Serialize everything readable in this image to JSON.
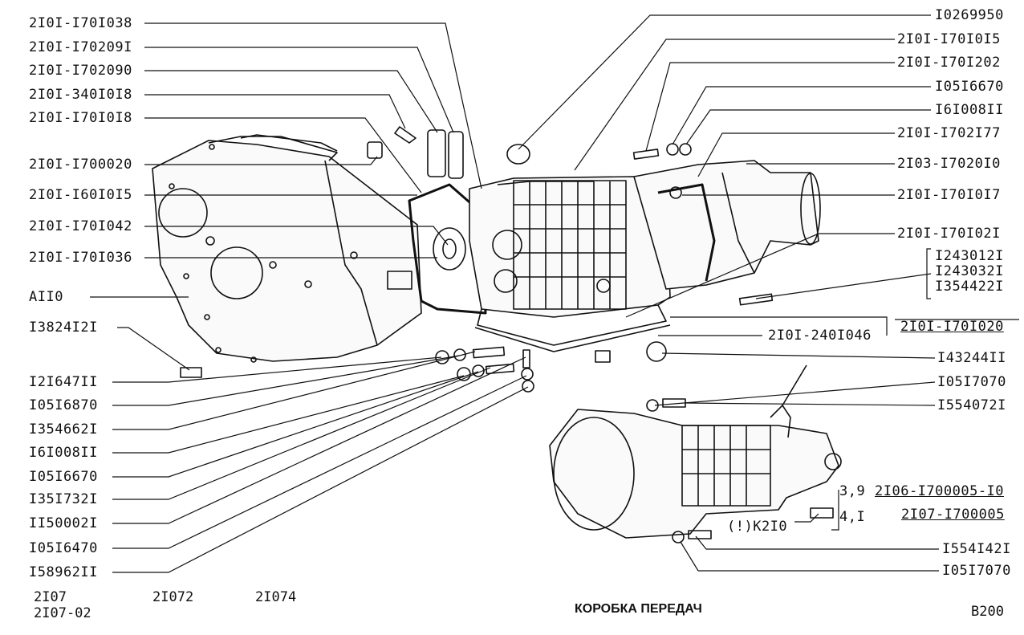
{
  "title": "КОРОБКА ПЕРЕДАЧ",
  "sheet": "B200",
  "models": [
    "2I07",
    "2I07-02",
    "2I072",
    "2I074"
  ],
  "left_labels": [
    "2I0I-I70I038",
    "2I0I-I70209I",
    "2I0I-I702090",
    "2I0I-340I0I8",
    "2I0I-I70I0I8",
    "2I0I-I700020",
    "2I0I-I60I0I5",
    "2I0I-I70I042",
    "2I0I-I70I036",
    "AII0",
    "I3824I2I",
    "I2I647II",
    "I05I6870",
    "I354662I",
    "I6I008II",
    "I05I6670",
    "I35I732I",
    "II50002I",
    "I05I6470",
    "I58962II"
  ],
  "right_labels": [
    "I0269950",
    "2I0I-I70I0I5",
    "2I0I-I70I202",
    "I05I6670",
    "I6I008II",
    "2I0I-I702I77",
    "2I03-I7020I0",
    "2I0I-I70I0I7",
    "2I0I-I70I02I"
  ],
  "bracket_labels": [
    "I243012I",
    "I243032I",
    "I354422I"
  ],
  "mid_labels": {
    "pan": "2I0I-240I046",
    "pan_alt": "2I0I-I70I020",
    "plug": "I43244II",
    "washer": "I05I7070",
    "bolt": "I554072I",
    "ratio1": "3,9",
    "ratio2": "4,I",
    "assy1": "2I06-I700005-I0",
    "assy2": "2I07-I700005",
    "switch": "(!)K2I0",
    "bolt2": "I554I42I",
    "washer2": "I05I7070"
  }
}
